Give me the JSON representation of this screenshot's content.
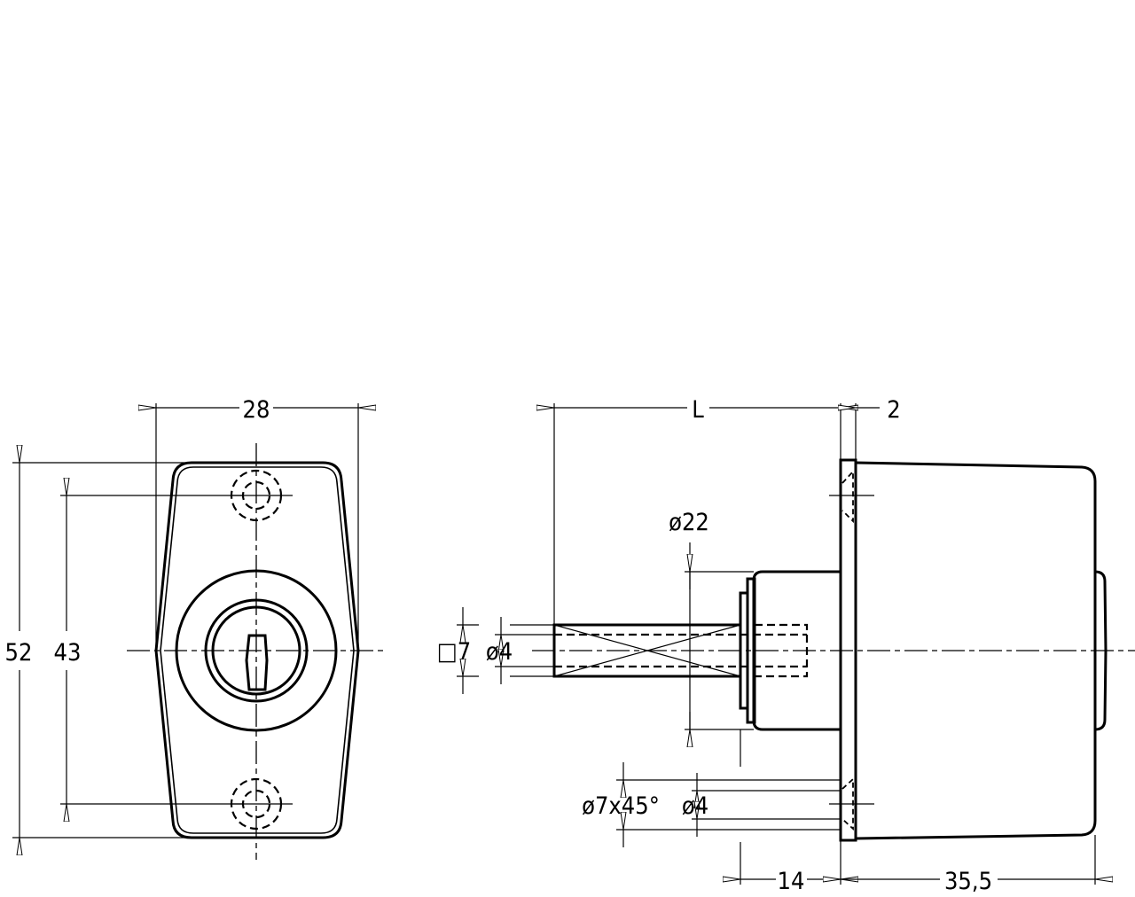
{
  "front_view": {
    "width_dim": "28",
    "height_dim": "52",
    "hole_spacing_dim": "43"
  },
  "side_view": {
    "length_dim": "L",
    "flange_dim": "2",
    "hub_dia_dim": "ø22",
    "square_dim": "□7",
    "bore_dia_dim": "ø4",
    "countersink_dim": "ø7x45°",
    "hole_dia_dim": "ø4",
    "hub_length_dim": "14",
    "body_length_dim": "35,5"
  }
}
